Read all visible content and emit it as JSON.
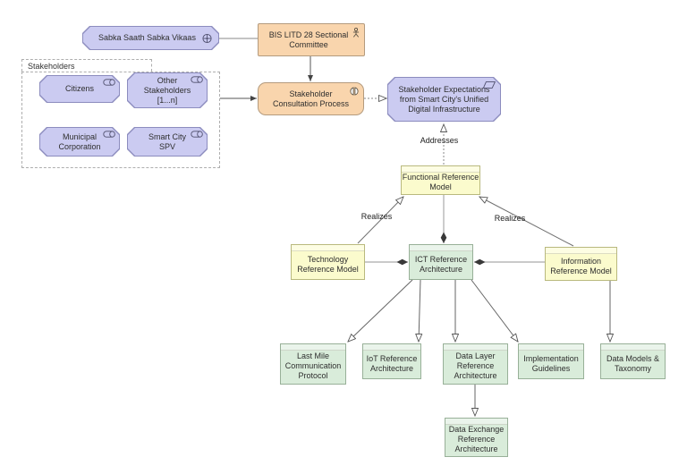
{
  "diagram": {
    "title_hint": "Smart City ICT Reference Architecture stakeholder diagram",
    "nodes": {
      "vision": {
        "label": "Sabka Saath Sabka Vikaas",
        "type": "driver"
      },
      "committee": {
        "label": "BIS LITD 28 Sectional Committee",
        "type": "business-actor"
      },
      "group": {
        "label": "Stakeholders",
        "type": "grouping"
      },
      "citizens": {
        "label": "Citizens",
        "type": "stakeholder"
      },
      "other": {
        "label": "Other Stakeholders [1...n]",
        "type": "stakeholder"
      },
      "municipal": {
        "label": "Municipal Corporation",
        "type": "stakeholder"
      },
      "spv": {
        "label": "Smart City SPV",
        "type": "stakeholder"
      },
      "process": {
        "label": "Stakeholder Consultation Process",
        "type": "business-interaction"
      },
      "expectations": {
        "label": "Stakeholder Expectations from Smart City's Unified Digital Infrastructure",
        "type": "requirement"
      },
      "frm": {
        "label": "Functional Reference Model",
        "type": "model"
      },
      "trm": {
        "label": "Technology Reference Model",
        "type": "model"
      },
      "ict": {
        "label": "ICT Reference Architecture",
        "type": "architecture"
      },
      "irm": {
        "label": "Information Reference Model",
        "type": "model"
      },
      "lastmile": {
        "label": "Last Mile Communication Protocol",
        "type": "architecture"
      },
      "iot": {
        "label": "IoT Reference Architecture",
        "type": "architecture"
      },
      "datalayer": {
        "label": "Data Layer Reference Architecture",
        "type": "architecture"
      },
      "impl": {
        "label": "Implementation Guidelines",
        "type": "architecture"
      },
      "datamodels": {
        "label": "Data Models & Taxonomy",
        "type": "architecture"
      },
      "dataexchange": {
        "label": "Data Exchange Reference Architecture",
        "type": "architecture"
      }
    },
    "edge_labels": {
      "addresses": "Addresses",
      "realizes_left": "Realizes",
      "realizes_right": "Realizes"
    },
    "icons": {
      "vision": "steering-wheel-driver",
      "committee": "business-actor-stick-figure",
      "stakeholders": "role-cylinder",
      "process": "business-interaction-lobes",
      "expectations": "requirement-parallelogram"
    }
  },
  "colors": {
    "purple_fill": "#cbcbf1",
    "purple_border": "#8c8cbe",
    "orange_fill": "#f9d5ad",
    "orange_border": "#b49b7e",
    "yellow_fill": "#fbfbcd",
    "yellow_border": "#b9b97e",
    "green_fill": "#d9ecda",
    "green_border": "#98b098",
    "line_gray": "#666666",
    "composition_line": "#ababab",
    "diamond_fill": "#383838"
  }
}
